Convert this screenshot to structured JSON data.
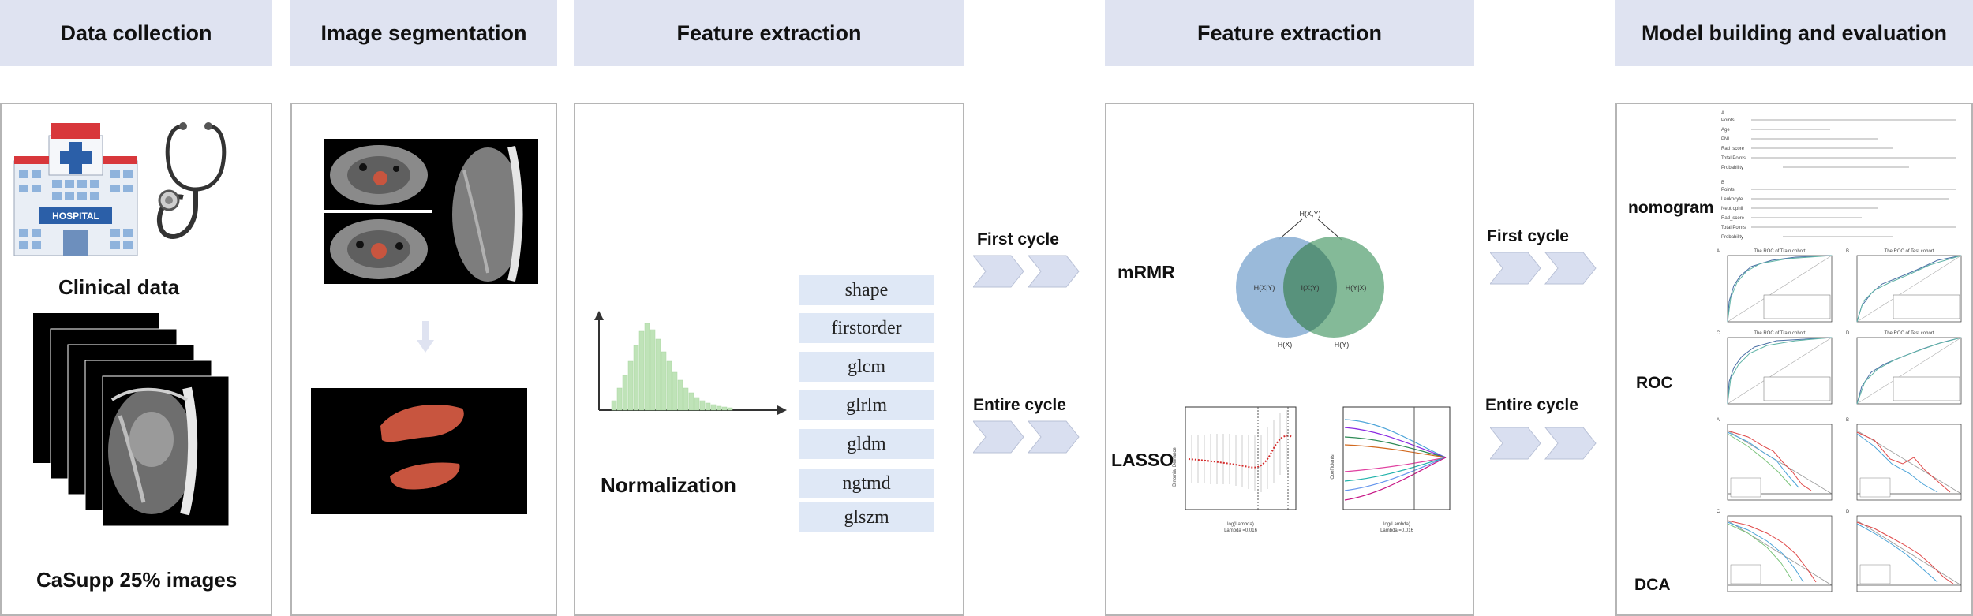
{
  "headers": {
    "data_collection": "Data collection",
    "image_segmentation": "Image segmentation",
    "feature_extraction_1": "Feature extraction",
    "feature_extraction_2": "Feature extraction",
    "model_building": "Model building and evaluation"
  },
  "data_collection": {
    "hospital_sign": "HOSPITAL",
    "clinical_data": "Clinical data",
    "images_label": "CaSupp 25%  images"
  },
  "feature_panel": {
    "normalization": "Normalization",
    "features": [
      "shape",
      "firstorder",
      "glcm",
      "glrlm",
      "gldm",
      "ngtmd",
      "glszm"
    ]
  },
  "cycles": {
    "first": "First cycle",
    "entire": "Entire cycle"
  },
  "selection": {
    "mrmr": "mRMR",
    "lasso": "LASSO",
    "venn": {
      "joint": "H(X,Y)",
      "left": "H(X|Y)",
      "middle": "I(X;Y)",
      "right": "H(Y|X)",
      "hx": "H(X)",
      "hy": "H(Y)"
    },
    "lasso_xlabel": "log(Lambda)",
    "lasso_lambda": "Lambda =0.016",
    "lasso_ylabel_left": "Binomial Deviance",
    "lasso_ylabel_right": "Coefficients"
  },
  "model": {
    "nomogram": "nomogram",
    "roc": "ROC",
    "dca": "DCA",
    "roc_titles": [
      "The ROC of Train cohort",
      "The ROC of Test cohort",
      "The ROC of Train cohort",
      "The ROC of Test cohort"
    ],
    "panel_letters": [
      "A",
      "B",
      "C",
      "D"
    ],
    "nomo_rows_a": [
      "Points",
      "Age",
      "PNI",
      "Rad_score",
      "Total Points",
      "Probability"
    ],
    "nomo_rows_b": [
      "Points",
      "Leukocyte",
      "Neutrophil",
      "Rad_score",
      "Total Points",
      "Probability"
    ]
  },
  "colors": {
    "header_bg": "#dfe3f1",
    "feature_box": "#dfe8f6",
    "histogram": "#bfe3b8",
    "venn_left": "#8fb3d6",
    "venn_right": "#6fae86",
    "mask": "#c8553f",
    "arrow": "#d9dff0"
  }
}
